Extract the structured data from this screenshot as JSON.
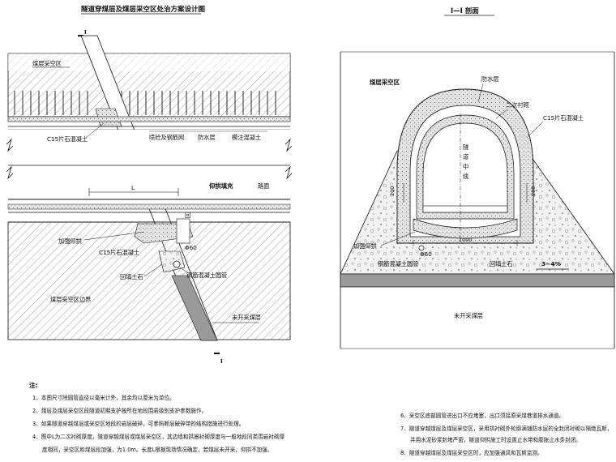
{
  "left_view": {
    "title": "隧道穿煤层及煤层采空区处治方案设计图",
    "section_mark_top": "I",
    "section_mark_bottom": "I",
    "labels": {
      "mined_area": "煤层采空区",
      "c15_stone_top": "C15片石混凝土",
      "shotcrete_mesh": "喷砼及钢筋网",
      "waterproof": "防水层",
      "mold_concrete": "模注混凝土",
      "backfill_top": "仰拱填充",
      "pavement": "路面",
      "invert_reinforce": "加强仰拱",
      "c15_stone_mid": "C15片石混凝土",
      "dim_l": "L",
      "phi60": "Φ60",
      "rc_pipe": "钢筋混凝土圆管",
      "backfill_soil": "回填土石",
      "mined_boundary": "煤层采空区边界",
      "unmined_seam": "未开采煤层",
      "dim_side": "回"
    }
  },
  "right_view": {
    "title": "I—I 剖面",
    "labels": {
      "mined_area": "煤层采空区",
      "waterproof": "防水层",
      "secondary_lining": "二次衬砌",
      "c15_stone": "C15片石混凝土",
      "tunnel_center_1": "隧",
      "tunnel_center_2": "道",
      "tunnel_center_3": "中",
      "tunnel_center_4": "线",
      "dim_200_left": "200",
      "dim_200_right": "200",
      "dim_1000": "1000",
      "invert_reinforce": "加强仰拱",
      "phi60": "Φ60",
      "rc_pipe": "钢筋混凝土圆管",
      "backfill_soil": "回填土石",
      "slope": "3~4%",
      "unmined_seam": "未开采煤层"
    }
  },
  "notes": {
    "heading": "注:",
    "items_left": [
      "1、本图尺寸除圆管直径以毫米计外，其余均以厘米为单位。",
      "2、煤层及煤层采空区段隧道初期支护按所在地段围岩级别支护参数施作。",
      "3、如果隧道穿越煤层或采空区地段的岩层破碎，可参照断层破碎带的结构措施进行处理。",
      "4、图中L为二次衬砌厚度，隧道穿越煤层或煤层采空区，其边墙和拱圈衬砌厚度与一般地段同类围岩衬砌厚",
      "度相同，采空区和煤层段加强，为1.0m。长度L根据现场情况确定，若煤层未开采，仰拱不加强。"
    ],
    "items_right": [
      "6、采空区底部圆管进出口不应堵塞，出口须接原采煤巷道排水通道。",
      "7、隧道穿越煤层及煤层采空区，采用拱衬砌外轮廓满铺防水层的全封闭衬砌以隔绝瓦斯，",
      "并用水泥砂浆封堵严密，隧道仰拱施工时设置止水带和膨胀止水条封闭。",
      "8、隧道穿越煤层及煤层采空区时，应加强通风和瓦斯监测。"
    ]
  },
  "colors": {
    "hatch": "#555555",
    "ink": "#111111",
    "gravel": "#cfcfcf",
    "seam": "#9a9a9a"
  }
}
